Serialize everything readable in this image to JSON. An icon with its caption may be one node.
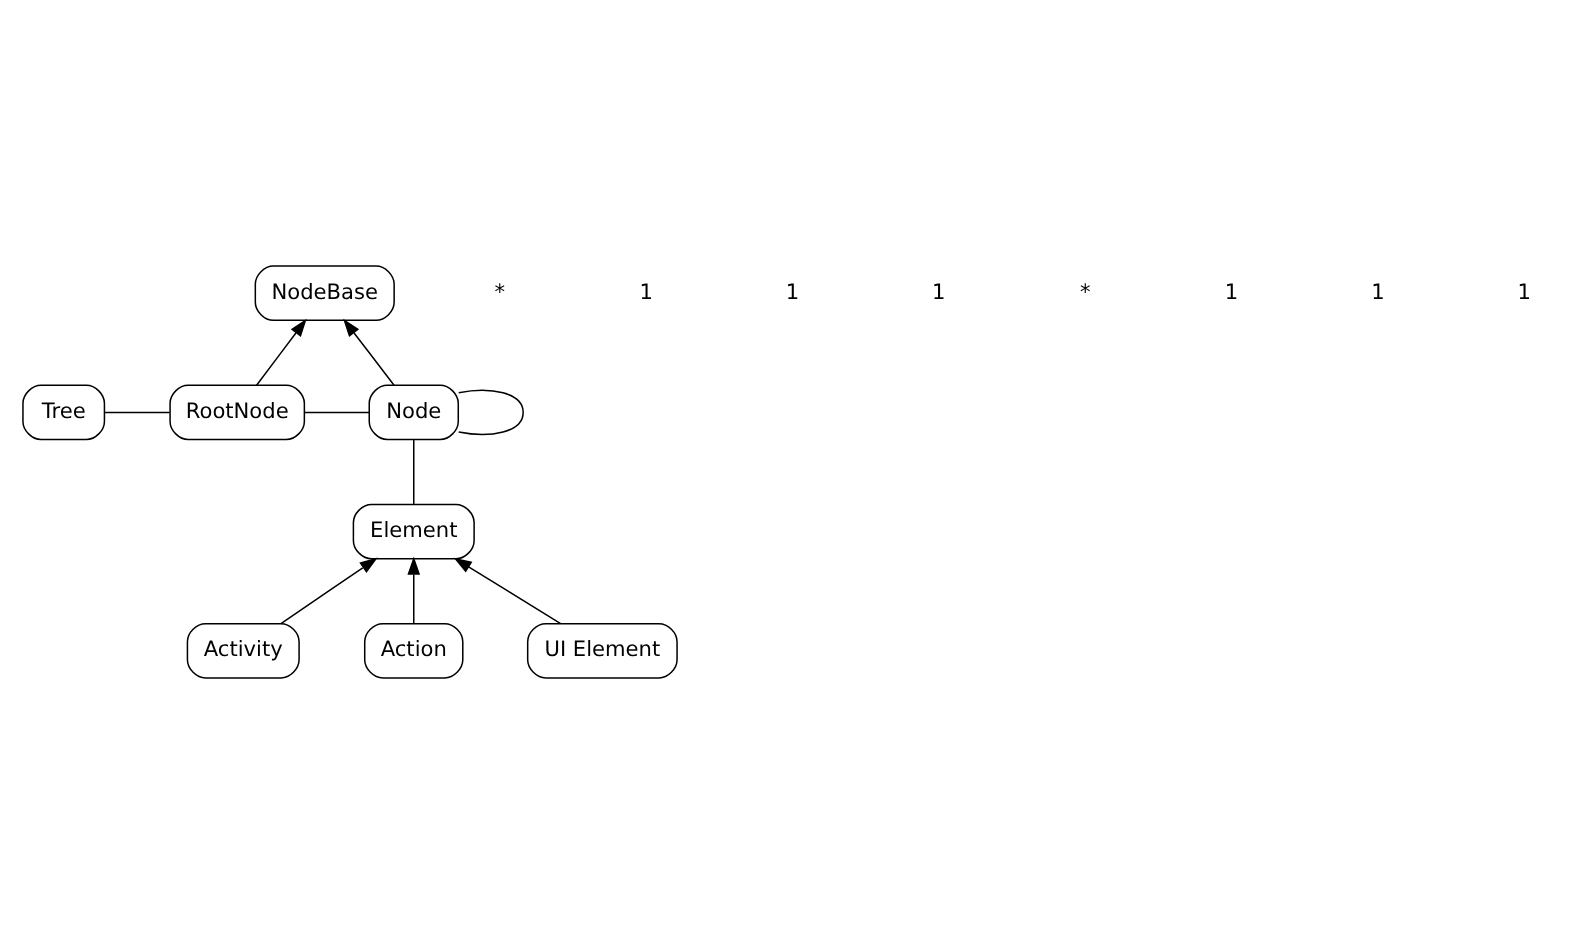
{
  "diagram": {
    "nodes": [
      {
        "text": [
          "NodeBase"
        ]
      },
      {
        "text": [
          "Tree"
        ]
      },
      {
        "text": [
          "RootNode"
        ]
      },
      {
        "text": [
          "Node"
        ]
      },
      {
        "text": [
          "Element"
        ]
      },
      {
        "text": [
          "Activity"
        ]
      },
      {
        "text": [
          "Action"
        ]
      },
      {
        "text": [
          "UI Element"
        ]
      }
    ],
    "edges": [
      {
        "from": 2,
        "to": 0,
        "arrow": "to"
      },
      {
        "from": 3,
        "to": 0,
        "arrow": "to"
      },
      {
        "from": 1,
        "to": 2,
        "arrow": "none"
      },
      {
        "from": 2,
        "to": 3,
        "arrow": "none"
      },
      {
        "from": 3,
        "to": 3,
        "arrow": "none"
      },
      {
        "from": 3,
        "to": 4,
        "arrow": "none"
      },
      {
        "from": 5,
        "to": 4,
        "arrow": "to"
      },
      {
        "from": 6,
        "to": 4,
        "arrow": "to"
      },
      {
        "from": 7,
        "to": 4,
        "arrow": "to"
      }
    ],
    "labels": [
      "*",
      "1",
      "1",
      "1",
      "*",
      "1",
      "1",
      "1"
    ]
  }
}
